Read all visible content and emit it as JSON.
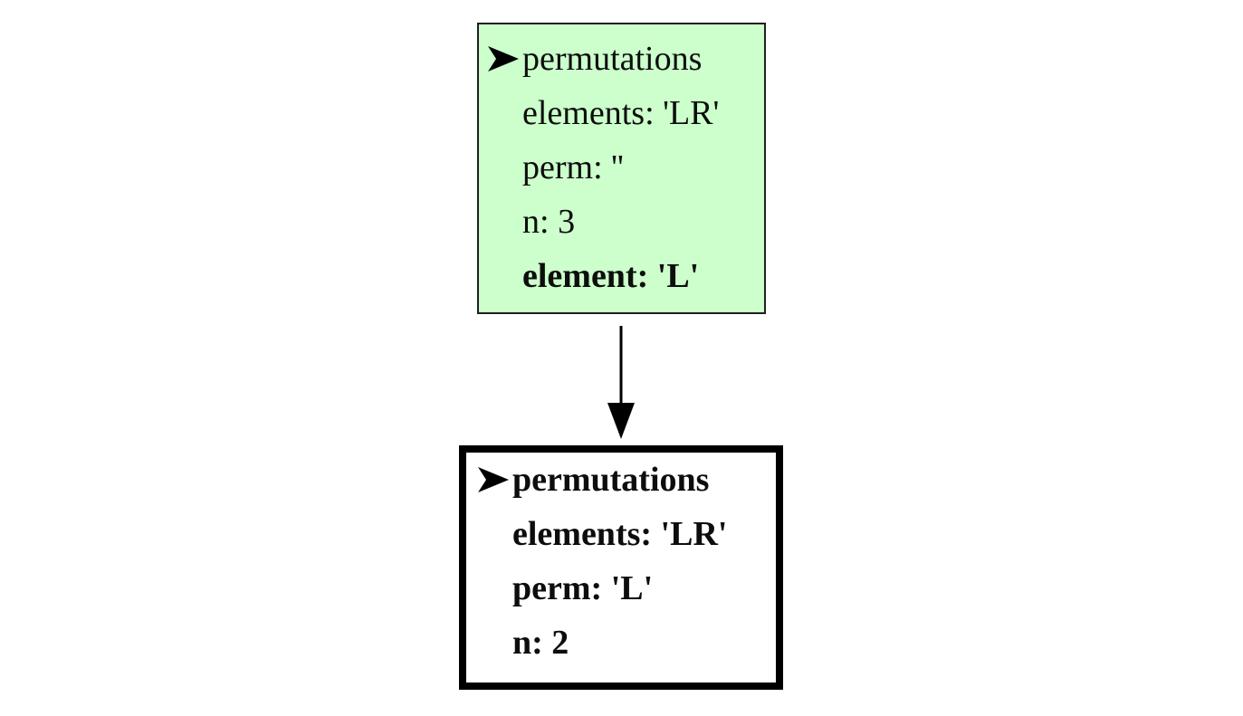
{
  "separator": ": ",
  "diagram": {
    "type": "recursion-call-stack",
    "background_color": "#ffffff",
    "frames": [
      {
        "function": "permutations",
        "pointer_icon": "right-arrowhead",
        "fill_color": "#ccffcc",
        "border_color": "#1f1f1f",
        "highlighted": true,
        "variables": [
          {
            "name": "elements",
            "value": "'LR'",
            "bold": false
          },
          {
            "name": "perm",
            "value": "''",
            "bold": false
          },
          {
            "name": "n",
            "value": "3",
            "bold": false
          },
          {
            "name": "element",
            "value": "'L'",
            "bold": true
          }
        ]
      },
      {
        "function": "permutations",
        "pointer_icon": "right-arrowhead",
        "fill_color": "#ffffff",
        "border_color": "#000000",
        "highlighted": false,
        "variables": [
          {
            "name": "elements",
            "value": "'LR'",
            "bold": true
          },
          {
            "name": "perm",
            "value": "'L'",
            "bold": true
          },
          {
            "name": "n",
            "value": "2",
            "bold": true
          }
        ]
      }
    ],
    "connector": {
      "icon": "down-arrow"
    }
  }
}
